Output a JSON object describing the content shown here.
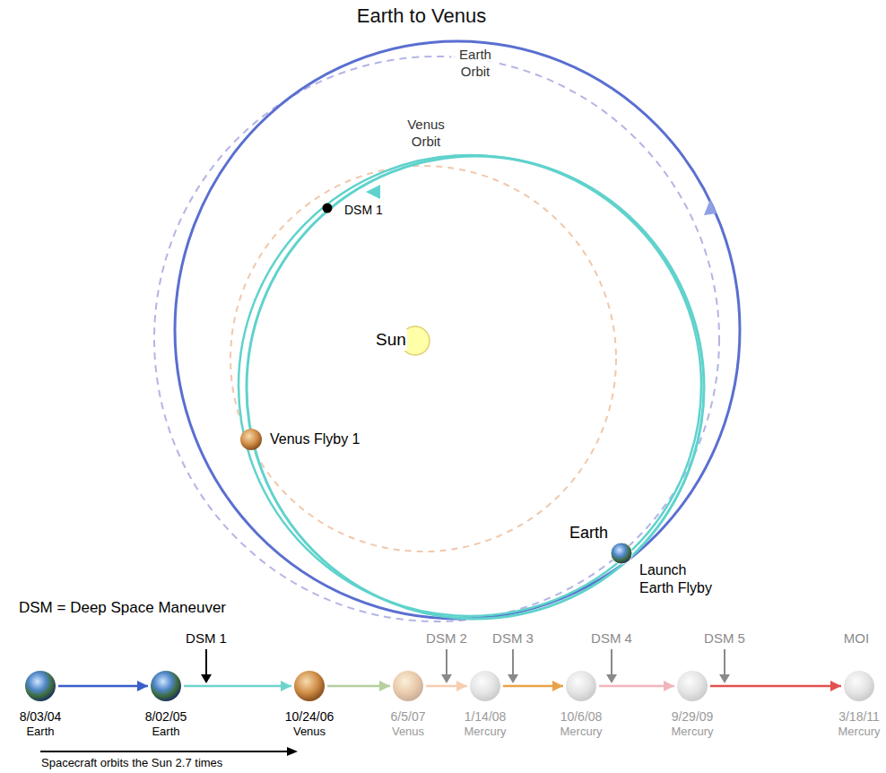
{
  "diagram": {
    "title": "Earth to Venus",
    "nodes": [
      {
        "text": [
          "8/03/04",
          "Earth"
        ]
      },
      {
        "text": [
          "8/02/05",
          "Earth"
        ]
      },
      {
        "text": [
          "10/24/06",
          "Venus"
        ]
      },
      {
        "text": [
          "6/5/07",
          "Venus"
        ]
      },
      {
        "text": [
          "1/14/08",
          "Mercury"
        ]
      },
      {
        "text": [
          "10/6/08",
          "Mercury"
        ]
      },
      {
        "text": [
          "9/29/09",
          "Mercury"
        ]
      },
      {
        "text": [
          "3/18/11",
          "Mercury"
        ]
      }
    ],
    "edges": [
      {
        "from": 0,
        "to": 1,
        "arrow": "to"
      },
      {
        "from": 1,
        "to": 2,
        "arrow": "to"
      },
      {
        "from": 2,
        "to": 3,
        "arrow": "to"
      },
      {
        "from": 3,
        "to": 4,
        "arrow": "to"
      },
      {
        "from": 4,
        "to": 5,
        "arrow": "to"
      },
      {
        "from": 5,
        "to": 6,
        "arrow": "to"
      },
      {
        "from": 6,
        "to": 7,
        "arrow": "to"
      }
    ],
    "labels": [
      "Earth Orbit",
      "Venus Orbit",
      "DSM 1",
      "Sun",
      "Venus Flyby 1",
      "Earth",
      "Launch Earth Flyby",
      "DSM = Deep Space Maneuver",
      "DSM 1",
      "DSM 2",
      "DSM 3",
      "DSM 4",
      "DSM 5",
      "MOI",
      "Spacecraft orbits the Sun 2.7 times"
    ]
  }
}
